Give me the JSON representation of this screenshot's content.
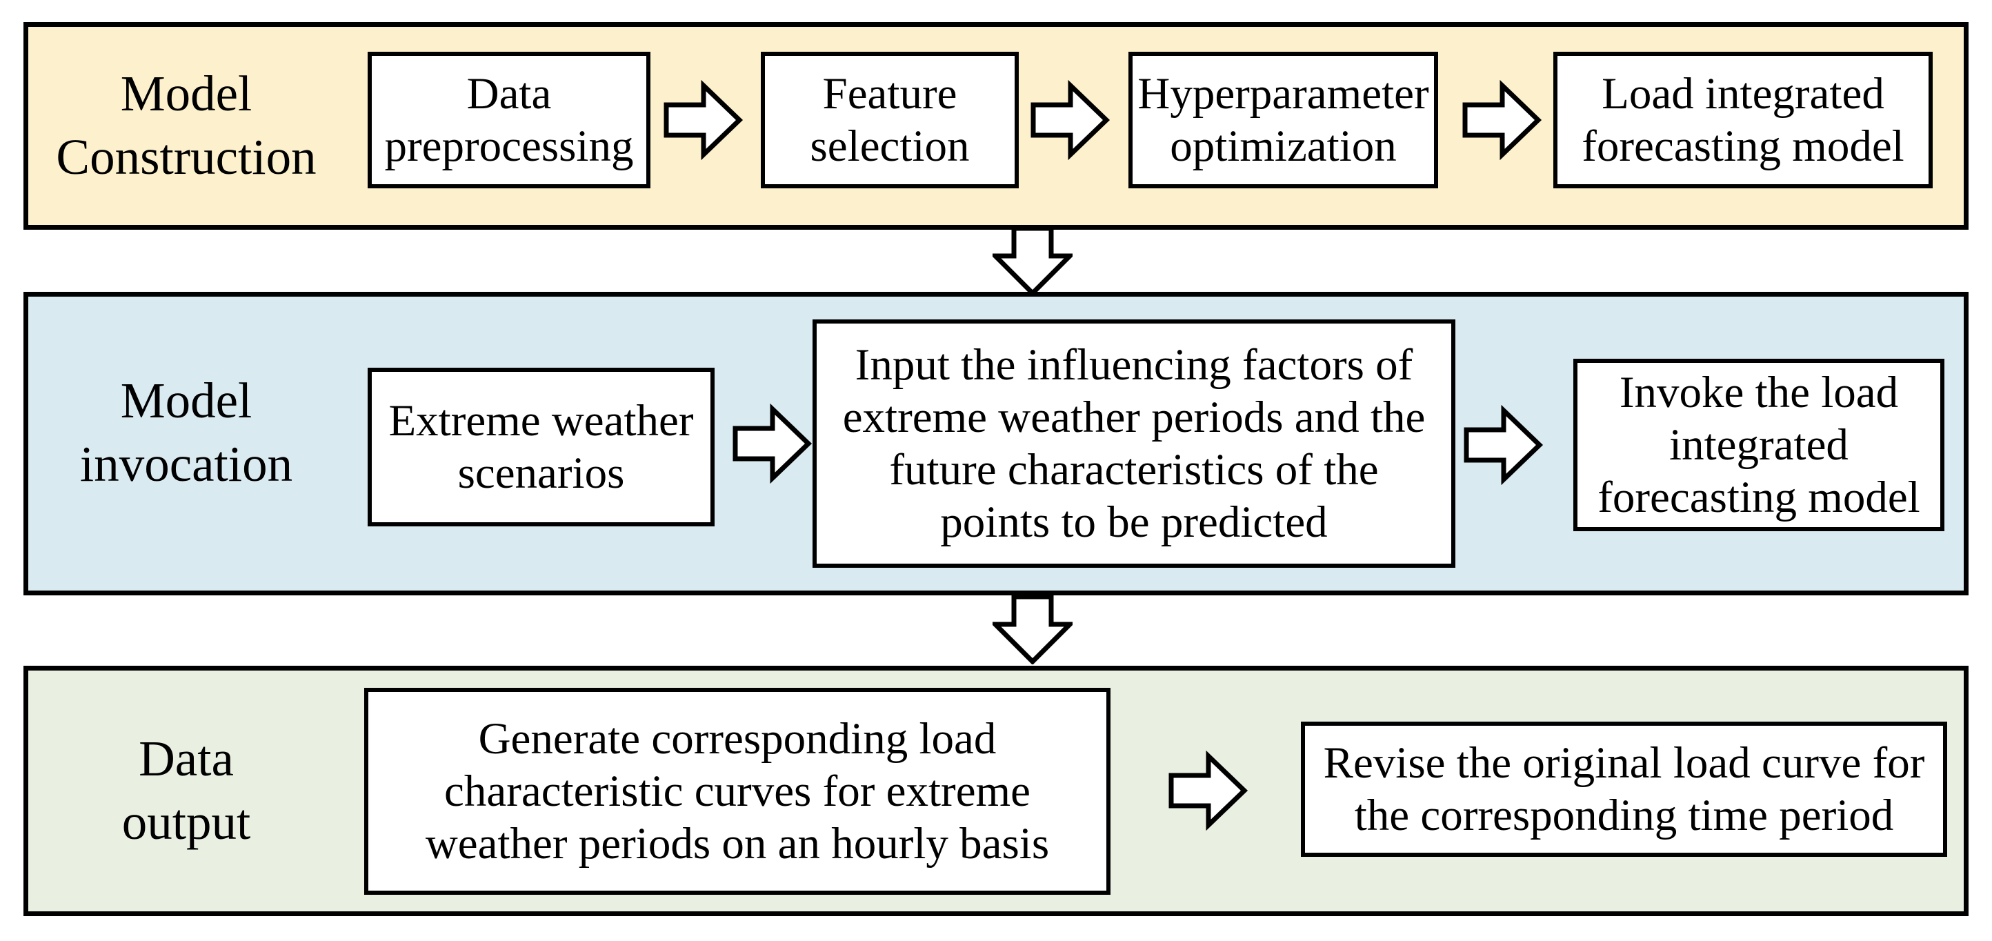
{
  "colors": {
    "band1_bg": "#FDF1CD",
    "band2_bg": "#DAEAF1",
    "band3_bg": "#E9F0E2",
    "box_bg": "#FFFFFF",
    "border": "#000000"
  },
  "bands": [
    {
      "label": "Model\nConstruction",
      "boxes": [
        {
          "text": "Data\npreprocessing"
        },
        {
          "text": "Feature\nselection"
        },
        {
          "text": "Hyperparameter\noptimization"
        },
        {
          "text": "Load integrated\nforecasting model"
        }
      ]
    },
    {
      "label": "Model\ninvocation",
      "boxes": [
        {
          "text": "Extreme weather\nscenarios"
        },
        {
          "text": "Input the influencing factors of\nextreme weather periods and the\nfuture characteristics of the\npoints to be predicted"
        },
        {
          "text": "Invoke the load\nintegrated\nforecasting model"
        }
      ]
    },
    {
      "label": "Data\noutput",
      "boxes": [
        {
          "text": "Generate corresponding load\ncharacteristic curves for extreme\nweather periods on an hourly basis"
        },
        {
          "text": "Revise the original load curve for\nthe corresponding time period"
        }
      ]
    }
  ]
}
